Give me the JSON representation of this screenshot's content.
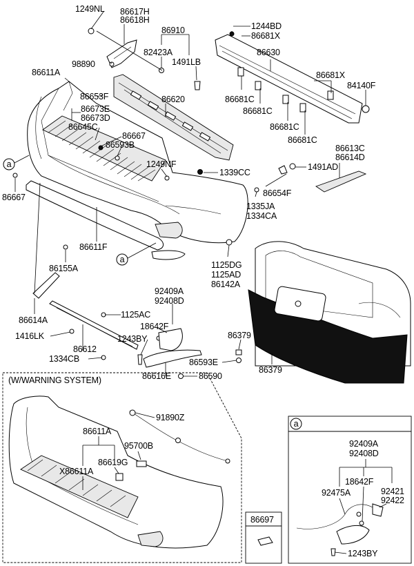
{
  "labels": {
    "p1249NL": "1249NL",
    "p86617H": "86617H",
    "p86618H": "86618H",
    "p86910": "86910",
    "p1244BD": "1244BD",
    "p86681X_a": "86681X",
    "p86630": "86630",
    "p82423A": "82423A",
    "p1491LB": "1491LB",
    "p98890": "98890",
    "p86611A": "86611A",
    "p86681X_b": "86681X",
    "p84140F": "84140F",
    "p86653F": "86653F",
    "p86620": "86620",
    "p86681C_a": "86681C",
    "p86681C_b": "86681C",
    "p86673E": "86673E",
    "p86673D": "86673D",
    "p86681C_c": "86681C",
    "p86645C": "86645C",
    "p86667_a": "86667",
    "p86681C_d": "86681C",
    "p86593B": "86593B",
    "p86613C": "86613C",
    "p86614D": "86614D",
    "p1249NF": "1249NF",
    "p1491AD": "1491AD",
    "p1339CC": "1339CC",
    "p86667_b": "86667",
    "p86654F": "86654F",
    "p1335JA": "1335JA",
    "p1334CA": "1334CA",
    "p86611F": "86611F",
    "p86155A": "86155A",
    "p1125DG": "1125DG",
    "p1125AD": "1125AD",
    "p86142A": "86142A",
    "p92409A": "92409A",
    "p92408D": "92408D",
    "p86614A": "86614A",
    "p1125AC": "1125AC",
    "p18642F": "18642F",
    "p1416LK": "1416LK",
    "p1243BY": "1243BY",
    "p86379_a": "86379",
    "p86612": "86612",
    "p1334CB": "1334CB",
    "p86593E": "86593E",
    "p86616E": "86616E",
    "p86590": "86590",
    "p86379_b": "86379",
    "p91890Z": "91890Z",
    "p86611A_w": "86611A",
    "p95700B": "95700B",
    "p86619G": "86619G",
    "pX86611A": "X86611A",
    "p86697": "86697",
    "p92409A_a": "92409A",
    "p92408D_a": "92408D",
    "p18642F_a": "18642F",
    "p92475A": "92475A",
    "p92421": "92421",
    "p92422": "92422",
    "p1243BY_a": "1243BY"
  },
  "panels": {
    "warning_title": "(W/WARNING SYSTEM)",
    "detail_ref": "a",
    "ref_mark_1": "a",
    "ref_mark_2": "a"
  }
}
